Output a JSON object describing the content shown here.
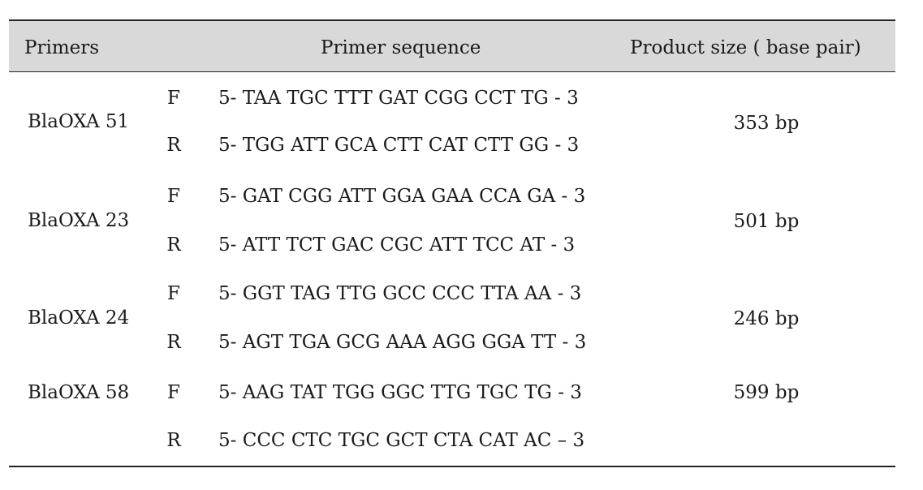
{
  "table": {
    "headers": {
      "primers": "Primers",
      "sequence": "Primer sequence",
      "product_size": "Product size ( base pair)"
    },
    "rows": [
      {
        "primer": "BlaOXA 51",
        "forward_label": "F",
        "forward_seq": "5- TAA TGC TTT GAT CGG CCT TG - 3",
        "reverse_label": "R",
        "reverse_seq": "5- TGG ATT GCA CTT CAT CTT GG - 3",
        "size": "353 bp"
      },
      {
        "primer": "BlaOXA 23",
        "forward_label": "F",
        "forward_seq": "5- GAT CGG ATT GGA GAA CCA GA - 3",
        "reverse_label": "R",
        "reverse_seq": "5- ATT TCT GAC CGC ATT TCC AT - 3",
        "size": "501 bp"
      },
      {
        "primer": "BlaOXA 24",
        "forward_label": "F",
        "forward_seq": "5- GGT TAG TTG GCC CCC TTA AA - 3",
        "reverse_label": "R",
        "reverse_seq": "5- AGT TGA GCG AAA AGG GGA TT - 3",
        "size": "246 bp"
      },
      {
        "primer": "BlaOXA 58",
        "forward_label": "F",
        "forward_seq": "5- AAG TAT TGG GGC TTG TGC TG - 3",
        "reverse_label": "R",
        "reverse_seq": "5- CCC CTC TGC GCT CTA CAT AC – 3",
        "size": "599 bp"
      }
    ]
  }
}
